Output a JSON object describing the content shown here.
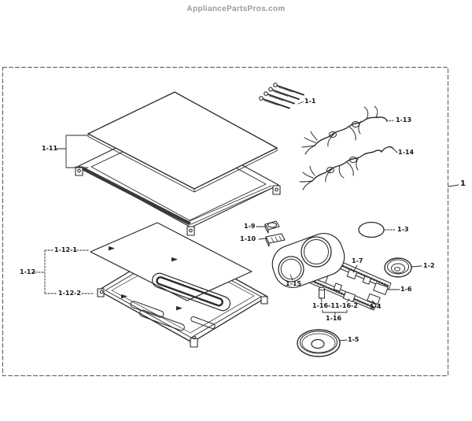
{
  "header": {
    "watermark": "AppliancePartsPros.com"
  },
  "diagram": {
    "description_labels": [
      {
        "id": "screws",
        "text": "1-1"
      },
      {
        "id": "harness-upper",
        "text": "1-13"
      },
      {
        "id": "harness-lower",
        "text": "1-14"
      },
      {
        "id": "assembly",
        "text": "1"
      },
      {
        "id": "glass-frame",
        "text": "1-11"
      },
      {
        "id": "thermostat",
        "text": "1-9"
      },
      {
        "id": "connector",
        "text": "1-10"
      },
      {
        "id": "ring",
        "text": "1-3"
      },
      {
        "id": "burner-small",
        "text": "1-2"
      },
      {
        "id": "bracket-rail",
        "text": "1-7"
      },
      {
        "id": "bracket-end",
        "text": "1-6"
      },
      {
        "id": "dual-burner",
        "text": "1-15"
      },
      {
        "id": "bracket-front",
        "text": "1-4"
      },
      {
        "id": "rail-part-1",
        "text": "1-16-1"
      },
      {
        "id": "rail-part-2",
        "text": "1-16-2"
      },
      {
        "id": "rail-group",
        "text": "1-16"
      },
      {
        "id": "burner-round",
        "text": "1-5"
      },
      {
        "id": "sheet",
        "text": "1-12-1"
      },
      {
        "id": "pan-group",
        "text": "1-12"
      },
      {
        "id": "base-pan",
        "text": "1-12-2"
      }
    ]
  },
  "colors": {
    "background": "#ffffff",
    "line": "#2a2a2a",
    "border_dash": "#555555",
    "watermark_gray": "#9b9b9b",
    "label_text": "#151515"
  }
}
